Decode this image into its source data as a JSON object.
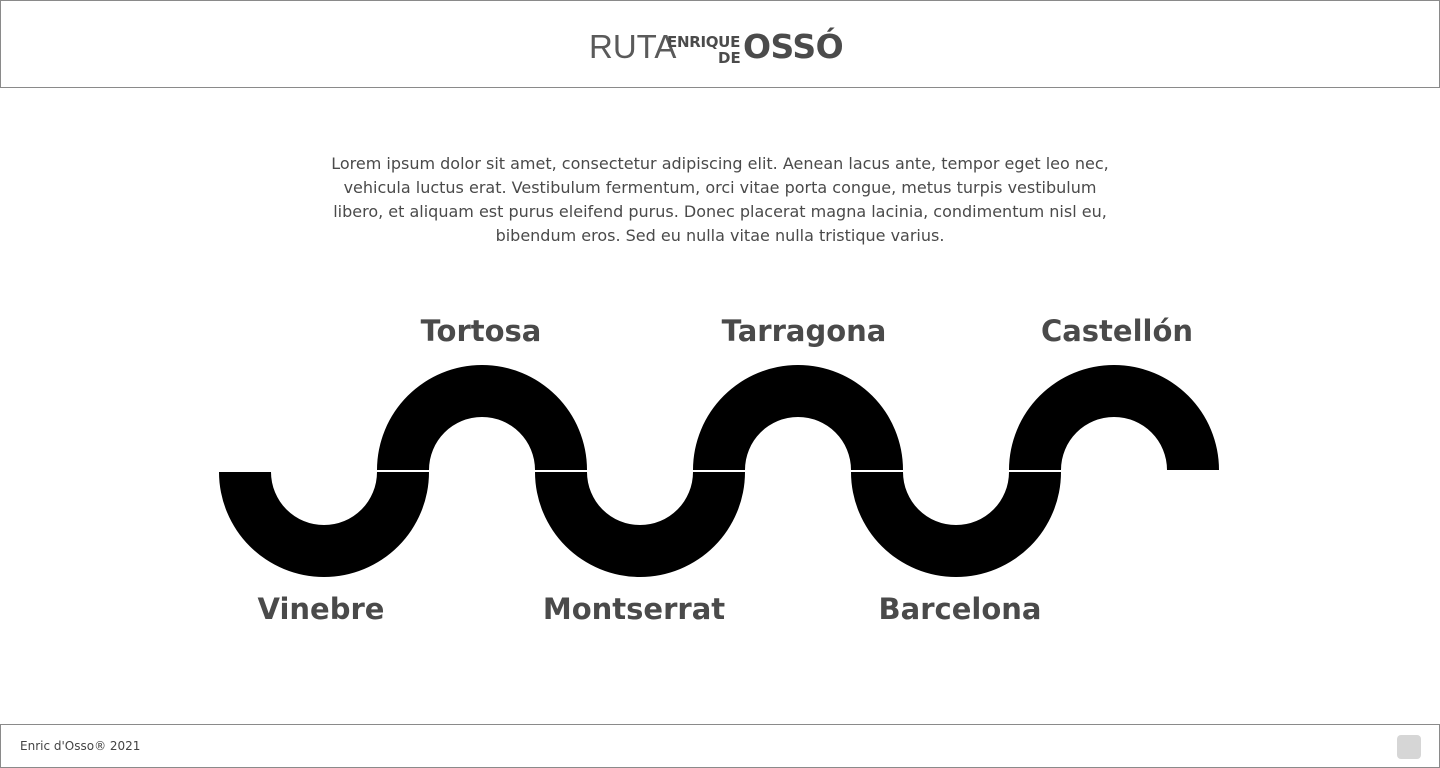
{
  "header": {
    "logo": {
      "part_ruta": "RUTA",
      "part_enrique": "ENRIQUE",
      "part_de": "DE",
      "part_osso": "OSSÓ"
    }
  },
  "intro": {
    "text": "Lorem ipsum dolor sit amet, consectetur adipiscing elit. Aenean lacus ante, tempor eget leo nec, vehicula luctus erat. Vestibulum fermentum, orci vitae porta congue, metus turpis vestibulum libero, et aliquam est purus eleifend purus. Donec placerat magna lacinia, condimentum nisl eu, bibendum eros. Sed eu nulla vitae nulla tristique varius."
  },
  "route": {
    "stops": [
      {
        "name": "Vinebre"
      },
      {
        "name": "Tortosa"
      },
      {
        "name": "Montserrat"
      },
      {
        "name": "Tarragona"
      },
      {
        "name": "Barcelona"
      },
      {
        "name": "Castellón"
      }
    ],
    "color": "#000000"
  },
  "footer": {
    "copyright": "Enric d'Osso® 2021"
  },
  "colors": {
    "text": "#4a4a4a",
    "border": "#8a8a8a",
    "button": "#d6d6d6"
  }
}
